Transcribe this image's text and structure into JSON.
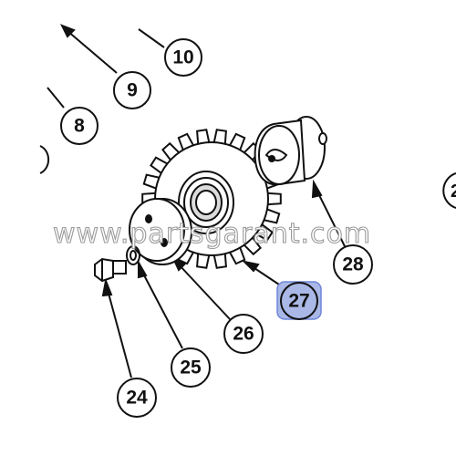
{
  "watermark": "www.partsgarant.com",
  "callouts": [
    {
      "id": "10",
      "label": "10"
    },
    {
      "id": "9",
      "label": "9"
    },
    {
      "id": "8",
      "label": "8"
    },
    {
      "id": "28",
      "label": "28"
    },
    {
      "id": "27",
      "label": "27",
      "highlighted": true
    },
    {
      "id": "26",
      "label": "26"
    },
    {
      "id": "25",
      "label": "25"
    },
    {
      "id": "24",
      "label": "24"
    }
  ],
  "colors": {
    "line": "#111111",
    "highlight_fill": "#a9b8e6",
    "highlight_stroke": "#6f86d8",
    "watermark_stroke": "#9a9a9a"
  }
}
